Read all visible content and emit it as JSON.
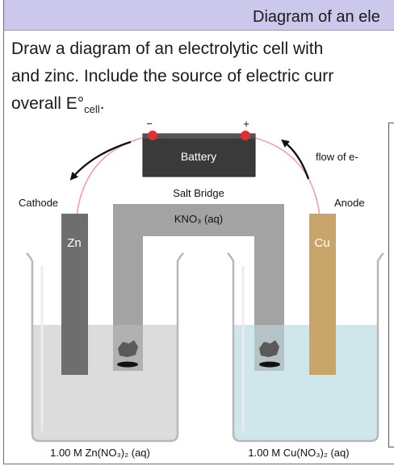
{
  "header": {
    "title": "Diagram of an ele"
  },
  "prompt": {
    "line1": "Draw a diagram of an electrolytic cell with",
    "line2": "and zinc. Include the source of electric curr",
    "line3_main": "overall E°",
    "line3_sub": "cell",
    "line3_end": "."
  },
  "diagram": {
    "battery_label": "Battery",
    "minus_sign": "−",
    "plus_sign": "+",
    "flow_label": "flow of e-",
    "cathode_label": "Cathode",
    "anode_label": "Anode",
    "salt_bridge_label": "Salt Bridge",
    "kno3_label": "KNO₃ (aq)",
    "zn_label": "Zn",
    "cu_label": "Cu",
    "left_solution_label": "1.00 M Zn(NO₃)₂ (aq)",
    "right_solution_label": "1.00 M Cu(NO₃)₂ (aq)"
  },
  "colors": {
    "header_bg": "#cbc8ec",
    "zinc": "#6e6e6e",
    "copper": "#c9a56a",
    "copper_solution": "#cfe6ea",
    "zinc_solution": "#dcdcdc",
    "salt_bridge": "#a3a3a3",
    "battery": "#3a3a3a",
    "terminal": "#e03030",
    "wire": "#f0a0aa"
  }
}
